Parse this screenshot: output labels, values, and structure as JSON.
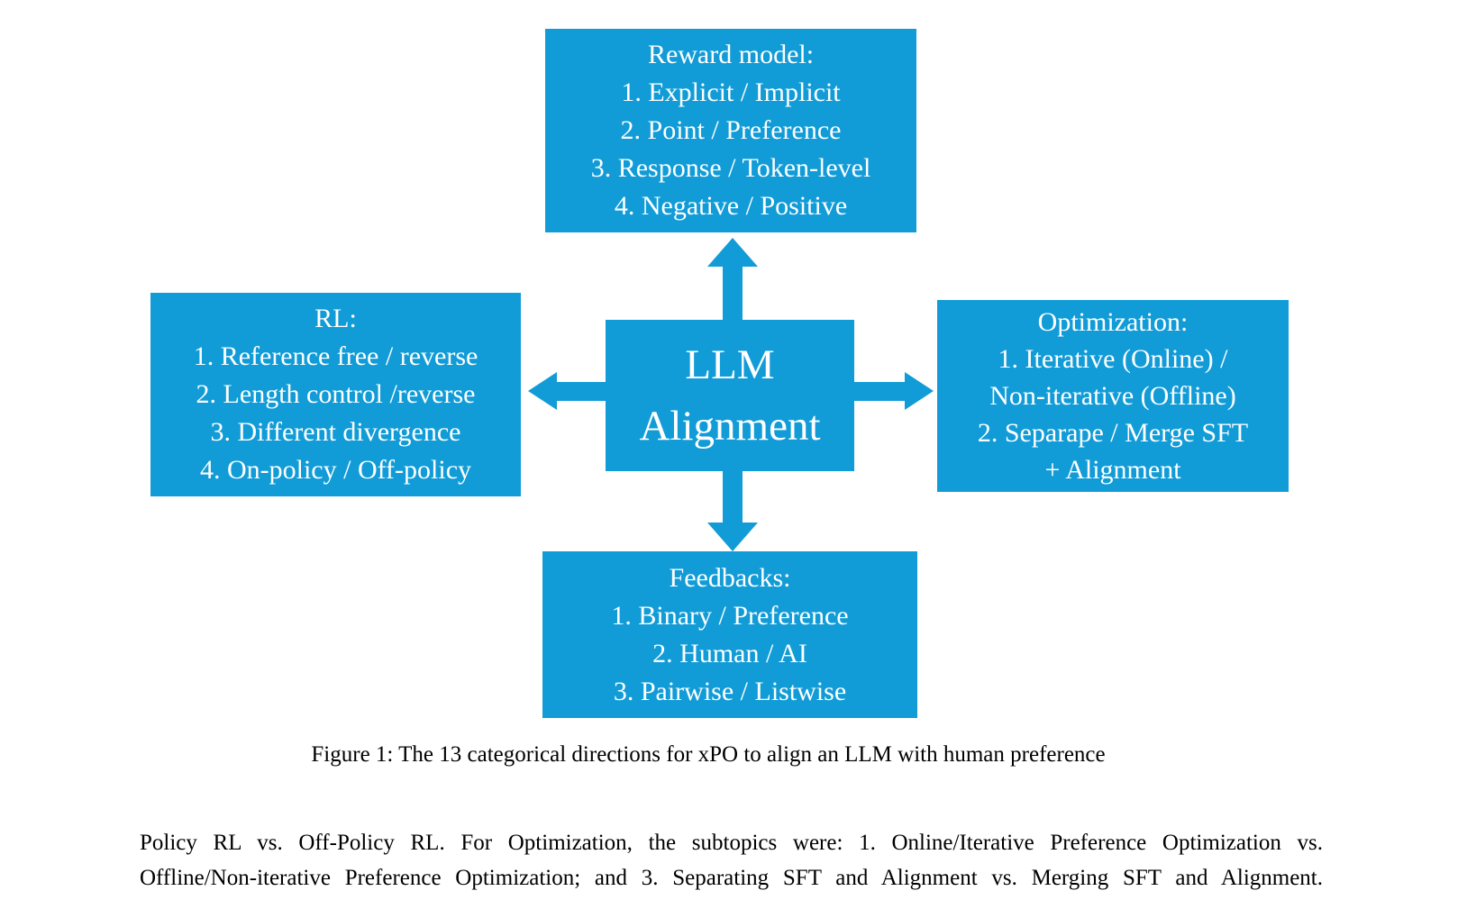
{
  "figure": {
    "center_box": {
      "line1": "LLM",
      "line2": "Alignment"
    },
    "reward_model_box": {
      "title": "Reward model:",
      "items": [
        "1. Explicit / Implicit",
        "2. Point / Preference",
        "3. Response / Token-level",
        "4. Negative / Positive"
      ]
    },
    "rl_box": {
      "title": "RL:",
      "items": [
        "1. Reference free / reverse",
        "2. Length control /reverse",
        "3. Different divergence",
        "4. On-policy / Off-policy"
      ]
    },
    "optimization_box": {
      "title": "Optimization:",
      "items": [
        "1. Iterative (Online) /",
        "Non-iterative (Offline)",
        "2. Separape / Merge SFT",
        "+ Alignment"
      ]
    },
    "feedbacks_box": {
      "title": "Feedbacks:",
      "items": [
        "1. Binary / Preference",
        "2. Human / AI",
        "3. Pairwise / Listwise"
      ]
    }
  },
  "caption": "Figure 1: The 13 categorical directions for xPO to align an LLM with human preference",
  "body_text": {
    "line1": "Policy RL vs. Off-Policy RL. For Optimization, the subtopics were: 1. Online/Iterative Preference Optimization vs.",
    "line2": "Offline/Non-iterative Preference Optimization; and 3. Separating SFT and Alignment vs. Merging SFT and Alignment."
  },
  "colors": {
    "box_blue": "#129CD7",
    "box_text": "#FFFFFF",
    "body_text": "#000000"
  }
}
